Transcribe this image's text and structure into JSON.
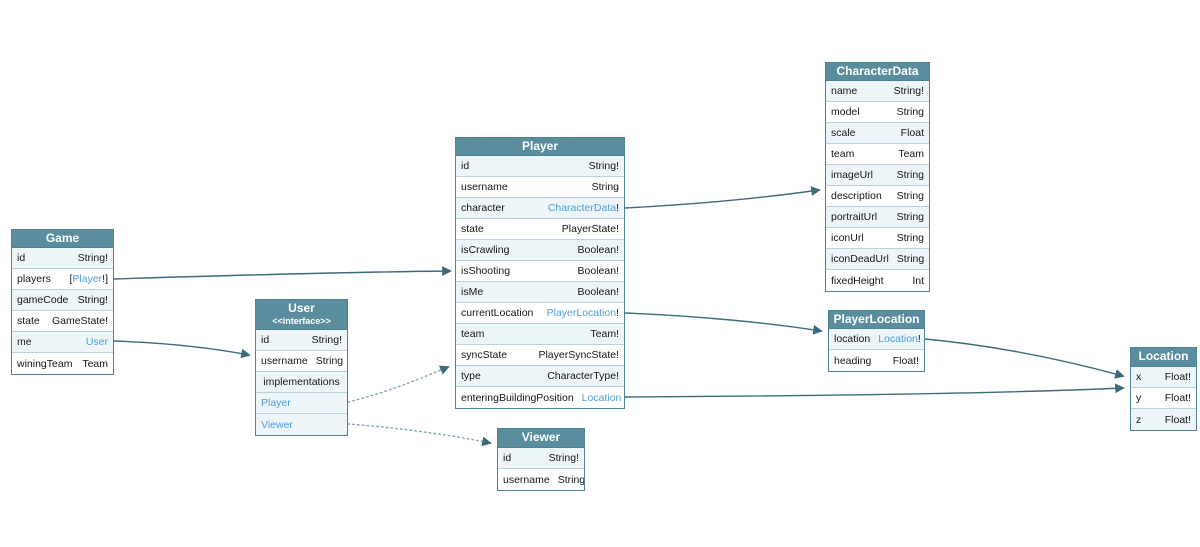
{
  "diagram": {
    "colors": {
      "header_bg": "#5a8e9f",
      "header_text": "#ffffff",
      "node_border": "#4c8296",
      "row_separator": "#b9d3db",
      "row_alt_bg": "#eef5f8",
      "text": "#161616",
      "link": "#4d9ddd",
      "solid_edge": "#3d6b7a",
      "dotted_edge": "#7fa6b1"
    },
    "nodes": [
      {
        "id": "Game",
        "title": "Game",
        "rows": [
          {
            "name": "id",
            "type": "String!"
          },
          {
            "name": "players",
            "type": "[Player!]",
            "link": "Player"
          },
          {
            "name": "gameCode",
            "type": "String!"
          },
          {
            "name": "state",
            "type": "GameState!"
          },
          {
            "name": "me",
            "type": "User",
            "link": "User"
          },
          {
            "name": "winingTeam",
            "type": "Team"
          }
        ]
      },
      {
        "id": "User",
        "title": "User",
        "subtitle": "<<interface>>",
        "rows": [
          {
            "name": "id",
            "type": "String!"
          },
          {
            "name": "username",
            "type": "String"
          },
          {
            "name": "implementations",
            "type": "",
            "center": true
          },
          {
            "name": "Player",
            "type": "",
            "name_link": true
          },
          {
            "name": "Viewer",
            "type": "",
            "name_link": true
          }
        ]
      },
      {
        "id": "Player",
        "title": "Player",
        "rows": [
          {
            "name": "id",
            "type": "String!"
          },
          {
            "name": "username",
            "type": "String"
          },
          {
            "name": "character",
            "type": "CharacterData!",
            "link": "CharacterData"
          },
          {
            "name": "state",
            "type": "PlayerState!"
          },
          {
            "name": "isCrawling",
            "type": "Boolean!"
          },
          {
            "name": "isShooting",
            "type": "Boolean!"
          },
          {
            "name": "isMe",
            "type": "Boolean!"
          },
          {
            "name": "currentLocation",
            "type": "PlayerLocation!",
            "link": "PlayerLocation"
          },
          {
            "name": "team",
            "type": "Team!"
          },
          {
            "name": "syncState",
            "type": "PlayerSyncState!"
          },
          {
            "name": "type",
            "type": "CharacterType!"
          },
          {
            "name": "enteringBuildingPosition",
            "type": "Location",
            "link": "Location"
          }
        ]
      },
      {
        "id": "Viewer",
        "title": "Viewer",
        "rows": [
          {
            "name": "id",
            "type": "String!"
          },
          {
            "name": "username",
            "type": "String"
          }
        ]
      },
      {
        "id": "CharacterData",
        "title": "CharacterData",
        "rows": [
          {
            "name": "name",
            "type": "String!"
          },
          {
            "name": "model",
            "type": "String"
          },
          {
            "name": "scale",
            "type": "Float"
          },
          {
            "name": "team",
            "type": "Team"
          },
          {
            "name": "imageUrl",
            "type": "String"
          },
          {
            "name": "description",
            "type": "String"
          },
          {
            "name": "portraitUrl",
            "type": "String"
          },
          {
            "name": "iconUrl",
            "type": "String"
          },
          {
            "name": "iconDeadUrl",
            "type": "String"
          },
          {
            "name": "fixedHeight",
            "type": "Int"
          }
        ]
      },
      {
        "id": "PlayerLocation",
        "title": "PlayerLocation",
        "rows": [
          {
            "name": "location",
            "type": "Location!",
            "link": "Location"
          },
          {
            "name": "heading",
            "type": "Float!"
          }
        ]
      },
      {
        "id": "Location",
        "title": "Location",
        "rows": [
          {
            "name": "x",
            "type": "Float!"
          },
          {
            "name": "y",
            "type": "Float!"
          },
          {
            "name": "z",
            "type": "Float!"
          }
        ]
      }
    ],
    "edges": [
      {
        "from": "Game.players",
        "to": "Player",
        "style": "solid"
      },
      {
        "from": "Game.me",
        "to": "User",
        "style": "solid"
      },
      {
        "from": "Player.character",
        "to": "CharacterData",
        "style": "solid"
      },
      {
        "from": "Player.currentLocation",
        "to": "PlayerLocation",
        "style": "solid"
      },
      {
        "from": "Player.enteringBuildingPosition",
        "to": "Location",
        "style": "solid"
      },
      {
        "from": "PlayerLocation.location",
        "to": "Location",
        "style": "solid"
      },
      {
        "from": "User.Player",
        "to": "Player",
        "style": "dotted"
      },
      {
        "from": "User.Viewer",
        "to": "Viewer",
        "style": "dotted"
      }
    ]
  }
}
